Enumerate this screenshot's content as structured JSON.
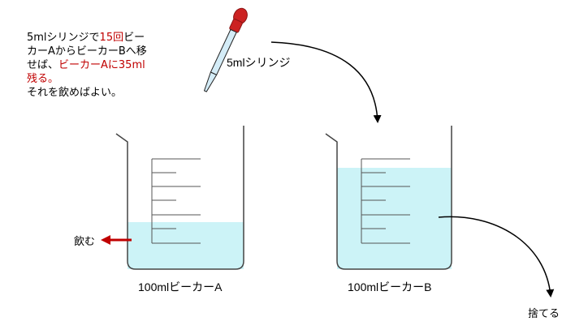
{
  "instruction": {
    "line1_prefix": "5mlシリンジで",
    "line1_count": "15回",
    "line1_suffix": "ビー",
    "line2": "カーAからビーカーBへ移",
    "line3_prefix": "せば、",
    "line3_highlight": "ビーカーAに35ml",
    "line4_highlight": "残る。",
    "line5": "それを飲めばよい。"
  },
  "syringe": {
    "label": "5mlシリンジ"
  },
  "beaker_a": {
    "label": "100mlビーカーA",
    "fill_fraction": 0.35
  },
  "beaker_b": {
    "label": "100mlビーカーB",
    "fill_fraction": 0.75
  },
  "actions": {
    "drink": "飲む",
    "discard": "捨てる"
  },
  "colors": {
    "highlight": "#c00000",
    "water": "#ccf3f7",
    "syringe_bulb": "#cc2222",
    "syringe_barrel": "#d4ecf7",
    "drink_arrow": "#c00000"
  }
}
